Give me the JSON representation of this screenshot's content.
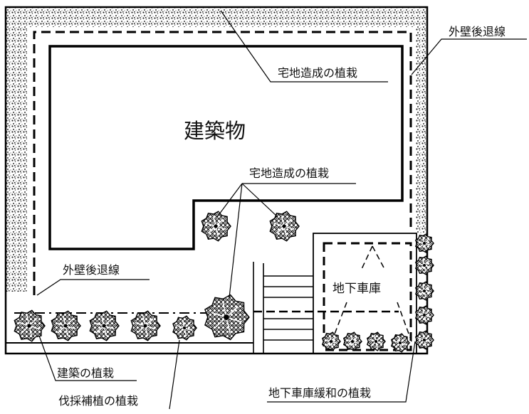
{
  "labels": {
    "building": "建築物",
    "setback_top_right": "外壁後退線",
    "setback_left": "外壁後退線",
    "site_planting_top": "宅地造成の植栽",
    "site_planting_mid": "宅地造成の植栽",
    "underground_garage": "地下車庫",
    "building_planting": "建築の植栽",
    "replacement_planting": "伐採補植の植栽",
    "garage_mitigation_planting": "地下車庫緩和の植栽"
  },
  "colors": {
    "line": "#000000",
    "hedge": "#3a3a3a",
    "background": "#ffffff"
  }
}
